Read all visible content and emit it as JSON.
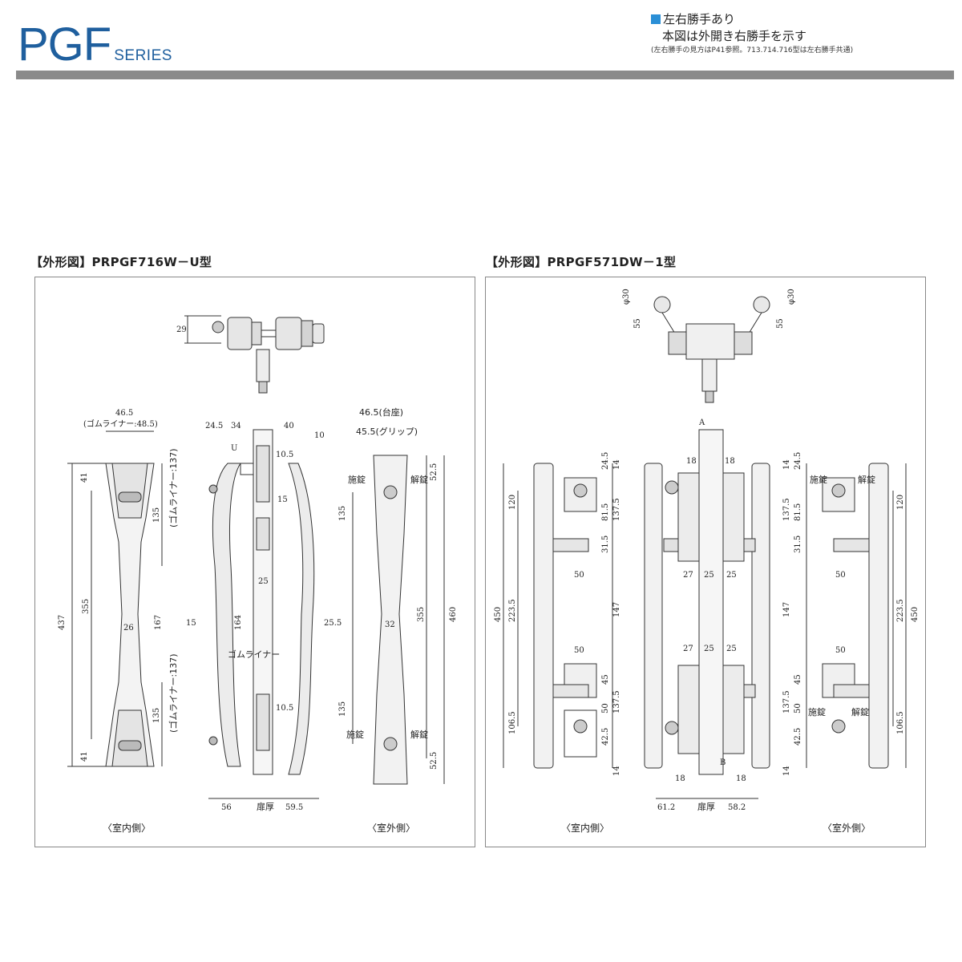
{
  "header": {
    "brand": "PGF",
    "series": "SERIES",
    "note_line1": "左右勝手あり",
    "note_line2": "本図は外開き右勝手を示す",
    "note_line3": "(左右勝手の見方はP41参照。713.714.716型は左右勝手共通)"
  },
  "left_panel": {
    "title": "【外形図】PRPGF716W－U型",
    "caption_indoor": "〈室内側〉",
    "caption_outdoor": "〈室外側〉",
    "top_view": {
      "d1": "29"
    },
    "side": {
      "w1": "46.5",
      "w2": "(ゴムライナー:48.5)",
      "h_total": "437",
      "h_mid": "355",
      "h_top": "41",
      "h_bot": "41",
      "d_top": "135",
      "d_bot": "135",
      "liner_top": "(ゴムライナー:137)",
      "liner_bot": "(ゴムライナー:137)",
      "mid_w": "26",
      "mid_h": "167"
    },
    "section": {
      "a": "24.5",
      "b": "34",
      "c": "40",
      "d": "10",
      "e": "10.5",
      "f": "U",
      "g": "15",
      "h": "25",
      "i": "15",
      "j": "164",
      "k": "25.5",
      "l": "ゴムライナー",
      "m": "10.5",
      "n": "56",
      "o": "扉厚",
      "p": "59.5"
    },
    "outdoor": {
      "w1": "46.5(台座)",
      "w2": "45.5(グリップ)",
      "lock": "施錠",
      "unlock": "解錠",
      "lock2": "施錠",
      "unlock2": "解錠",
      "a": "52.5",
      "b": "135",
      "c": "355",
      "d": "460",
      "e": "32",
      "f": "135",
      "g": "52.5"
    }
  },
  "right_panel": {
    "title": "【外形図】PRPGF571DW－1型",
    "caption_indoor": "〈室内側〉",
    "caption_outdoor": "〈室外側〉",
    "top_view": {
      "a": "φ30",
      "b": "55",
      "c": "φ30",
      "d": "55"
    },
    "indoor": {
      "a": "24.5",
      "b": "14",
      "c": "120",
      "d": "81.5",
      "e": "137.5",
      "f": "31.5",
      "g": "50",
      "h": "450",
      "i": "223.5",
      "j": "147",
      "k": "50",
      "l": "45",
      "m": "50",
      "n": "137.5",
      "o": "106.5",
      "p": "42.5",
      "q": "14"
    },
    "section": {
      "a": "A",
      "b": "18",
      "c": "18",
      "d": "27",
      "e": "25",
      "f": "25",
      "g": "27",
      "h": "25",
      "i": "25",
      "j": "B",
      "k": "18",
      "l": "18",
      "m": "61.2",
      "n": "扉厚",
      "o": "58.2"
    },
    "outdoor": {
      "a": "14",
      "b": "24.5",
      "lock": "施錠",
      "unlock": "解錠",
      "c": "137.5",
      "d": "81.5",
      "e": "31.5",
      "f": "120",
      "g": "50",
      "h": "223.5",
      "i": "450",
      "j": "147",
      "k": "50",
      "l": "45",
      "m": "50",
      "n": "137.5",
      "lock2": "施錠",
      "unlock2": "解錠",
      "o": "106.5",
      "p": "42.5",
      "q": "14"
    }
  }
}
